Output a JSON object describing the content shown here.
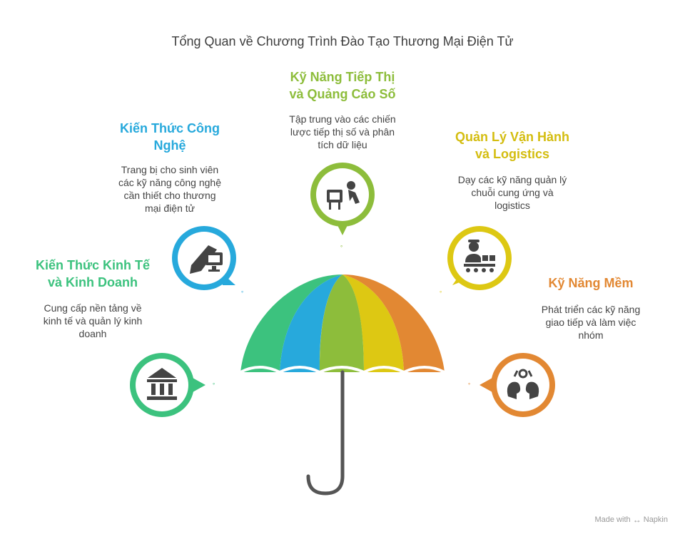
{
  "title": "Tổng Quan về Chương Trình Đào Tạo Thương Mại Điện Tử",
  "footer": {
    "made_with": "Made with",
    "brand": "Napkin"
  },
  "items": [
    {
      "title_lines": [
        "Kiến Thức Kinh Tế",
        "và Kinh Doanh"
      ],
      "desc_lines": [
        "Cung cấp nền tảng về",
        "kinh tế và quản lý kinh",
        "doanh"
      ],
      "color": "#3cc27e",
      "icon": "bank-icon"
    },
    {
      "title_lines": [
        "Kiến Thức Công",
        "Nghệ"
      ],
      "desc_lines": [
        "Trang bị cho sinh viên",
        "các kỹ năng công nghệ",
        "cần thiết cho thương",
        "mại điện tử"
      ],
      "color": "#27a9dc",
      "icon": "computer-icon"
    },
    {
      "title_lines": [
        "Kỹ Năng Tiếp Thị",
        "và Quảng Cáo Số"
      ],
      "desc_lines": [
        "Tập trung vào các chiến",
        "lược tiếp thị số và phân",
        "tích dữ liệu"
      ],
      "color": "#8dbd3b",
      "icon": "marketing-icon"
    },
    {
      "title_lines": [
        "Quản Lý Vận Hành",
        "và Logistics"
      ],
      "desc_lines": [
        "Dạy các kỹ năng quản lý",
        "chuỗi cung ứng và",
        "logistics"
      ],
      "color": "#ddc813",
      "icon": "logistics-worker-icon"
    },
    {
      "title_lines": [
        "Kỹ Năng Mềm"
      ],
      "desc_lines": [
        "Phát triển các kỹ năng",
        "giao tiếp và làm việc",
        "nhóm"
      ],
      "color": "#e28833",
      "icon": "teamwork-icon"
    }
  ]
}
